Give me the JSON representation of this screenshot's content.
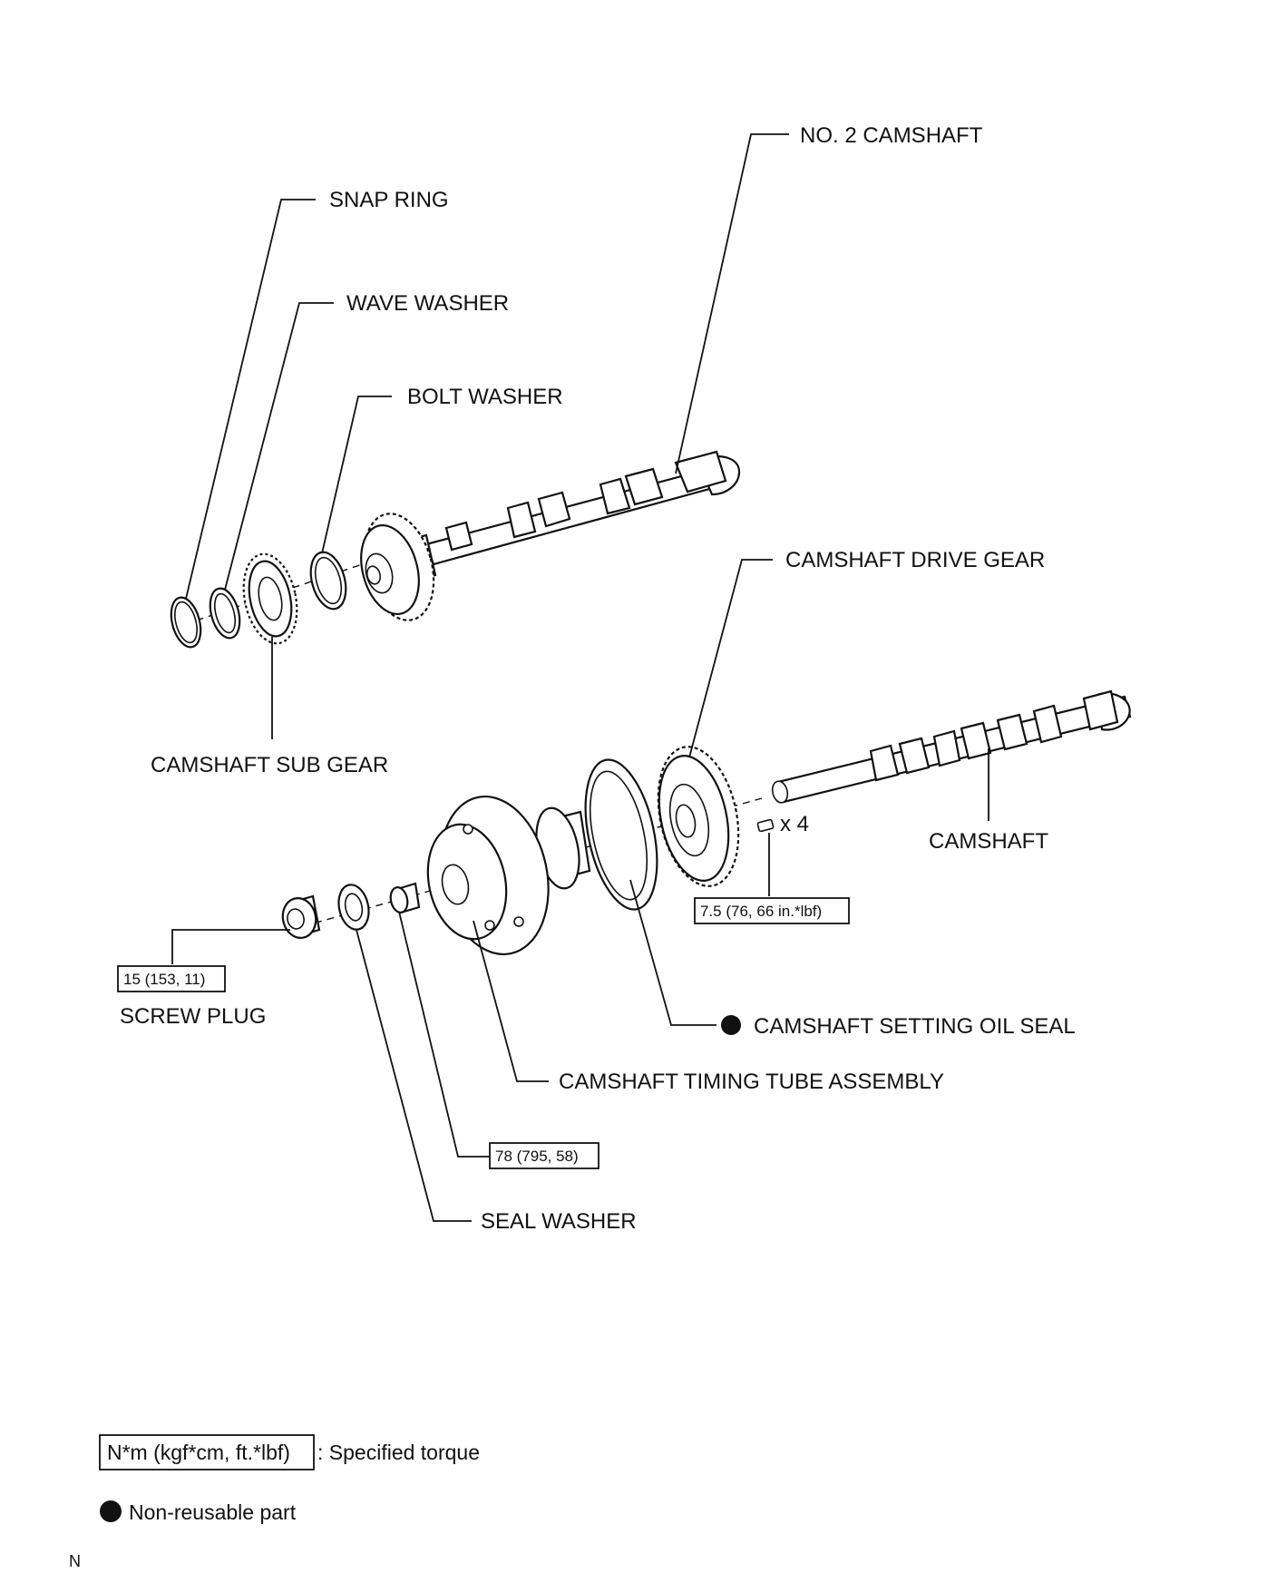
{
  "labels": {
    "no2_camshaft": "NO. 2 CAMSHAFT",
    "snap_ring": "SNAP RING",
    "wave_washer": "WAVE WASHER",
    "bolt_washer": "BOLT WASHER",
    "camshaft_drive_gear": "CAMSHAFT DRIVE GEAR",
    "camshaft_sub_gear": "CAMSHAFT SUB GEAR",
    "camshaft": "CAMSHAFT",
    "quantity_x4": "x 4",
    "screw_plug": "SCREW PLUG",
    "camshaft_setting_oil_seal": "CAMSHAFT SETTING OIL SEAL",
    "camshaft_timing_tube_assembly": "CAMSHAFT TIMING TUBE ASSEMBLY",
    "seal_washer": "SEAL WASHER"
  },
  "torques": {
    "drive_gear_bolt": "7.5 (76, 66 in.*lbf)",
    "screw_plug": "15 (153, 11)",
    "timing_tube_bolt": "78 (795, 58)"
  },
  "legend": {
    "torque_unit": "N*m (kgf*cm, ft.*lbf)",
    "torque_desc": ": Specified torque",
    "non_reusable": "Non-reusable part"
  },
  "footer_mark": "N"
}
